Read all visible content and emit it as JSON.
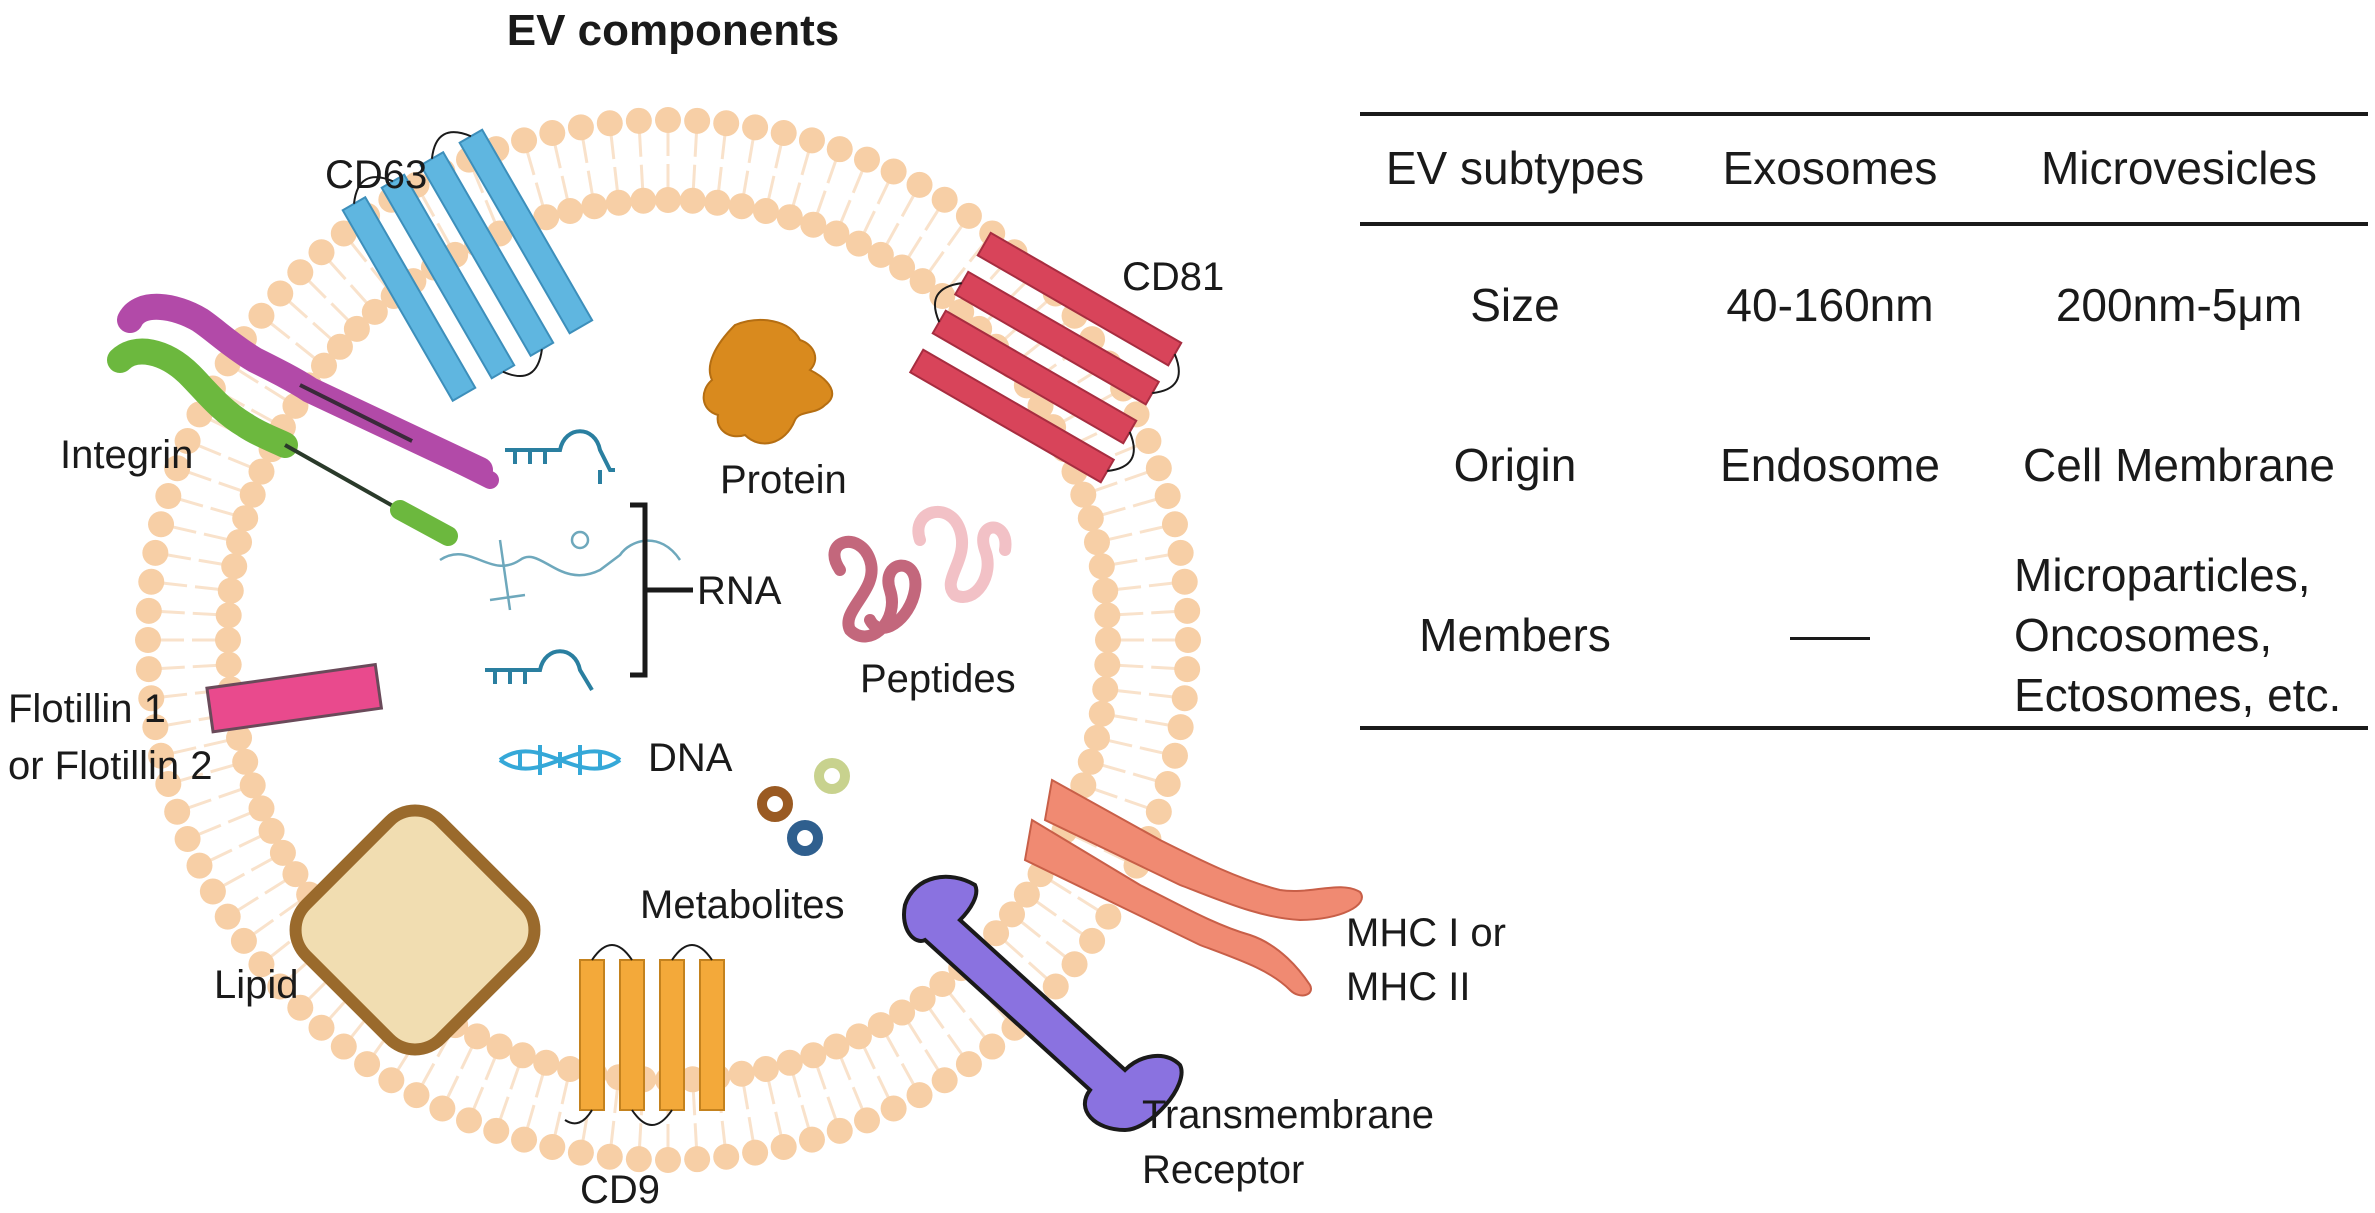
{
  "title": "EV components",
  "labels": {
    "cd63": "CD63",
    "cd81": "CD81",
    "integrin": "Integrin",
    "protein": "Protein",
    "rna": "RNA",
    "peptides": "Peptides",
    "flotillin_1": "Flotillin 1",
    "flotillin_2": "or Flotillin 2",
    "dna": "DNA",
    "metabolites": "Metabolites",
    "lipid": "Lipid",
    "mhc_1": "MHC I or",
    "mhc_2": "MHC II",
    "cd9": "CD9",
    "receptor_1": "Transmembrane",
    "receptor_2": "Receptor"
  },
  "table": {
    "headers": [
      "EV subtypes",
      "Exosomes",
      "Microvesicles"
    ],
    "rows": [
      {
        "label": "Size",
        "exosomes": "40-160nm",
        "microvesicles": [
          "200nm-5μm"
        ]
      },
      {
        "label": "Origin",
        "exosomes": "Endosome",
        "microvesicles": [
          "Cell Membrane"
        ]
      },
      {
        "label": "Members",
        "exosomes": "",
        "microvesicles": [
          "Microparticles,",
          "Oncosomes,",
          "Ectosomes, etc."
        ]
      }
    ]
  },
  "colors": {
    "membrane_head": "#f7cfa6",
    "membrane_tail": "#f9e2cb",
    "cd63": "#5fb6e0",
    "cd81": "#d8445a",
    "cd9": "#f3a93a",
    "flotillin": "#e94a8d",
    "lipid_fill": "#f1ddb1",
    "lipid_stroke": "#9a6a2c",
    "receptor": "#8a72e0",
    "mhc": "#f08a72",
    "integrin_a": "#b24aa8",
    "integrin_b": "#6cb83e",
    "protein": "#d98a1e",
    "rna": "#2a7fa0",
    "dna": "#35a8d8",
    "peptide_a": "#c3677c",
    "peptide_b": "#f2c1c6"
  }
}
